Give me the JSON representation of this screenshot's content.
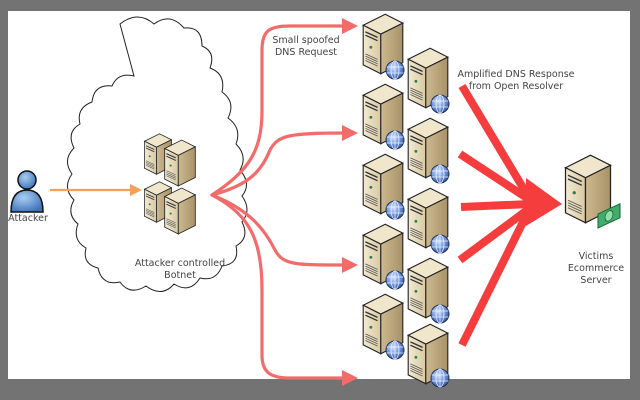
{
  "diagram": {
    "title": "DNS Amplification DDoS Attack",
    "nodes": {
      "attacker": {
        "label": "Attacker",
        "icon": "user-icon"
      },
      "botnet": {
        "label_line1": "Attacker controlled",
        "label_line2": "Botnet",
        "icon": "server-cluster-icon"
      },
      "resolvers": {
        "count": 10,
        "icon": "dns-server-globe-icon"
      },
      "victim": {
        "label_line1": "Victims",
        "label_line2": "Ecommerce",
        "label_line3": "Server",
        "icon": "server-money-icon"
      }
    },
    "edges": {
      "request_label_line1": "Small spoofed",
      "request_label_line2": "DNS Request",
      "response_label_line1": "Amplified DNS Response",
      "response_label_line2": "from Open Resolver"
    },
    "colors": {
      "background_frame": "#737373",
      "canvas": "#ffffff",
      "attacker_arrow": "#f5a05a",
      "request_arrows": "#f36b6b",
      "response_arrows": "#f53d3d",
      "server_body": "#e8dcc0",
      "server_side": "#c9b68c",
      "globe": "#5a7fc4",
      "person": "#5b8fcf",
      "money": "#3fae6a"
    }
  }
}
